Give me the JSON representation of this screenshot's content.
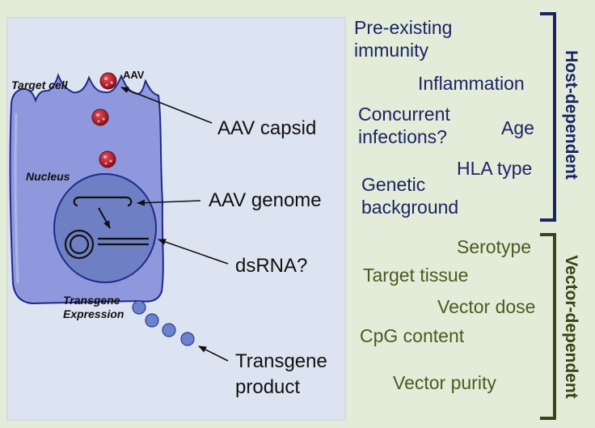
{
  "cell": {
    "target_cell": "Target cell",
    "aav": "AAV",
    "nucleus": "Nucleus",
    "transgene_expression": [
      "Transgene",
      "Expression"
    ]
  },
  "labels": {
    "aav_capsid": "AAV capsid",
    "aav_genome": "AAV genome",
    "dsrna": "dsRNA?",
    "transgene_product": [
      "Transgene",
      "product"
    ]
  },
  "host_dependent": {
    "title": "Host-dependent",
    "items": [
      "Pre-existing immunity",
      "Inflammation",
      "Concurrent infections?",
      "Age",
      "HLA type",
      "Genetic background"
    ]
  },
  "vector_dependent": {
    "title": "Vector-dependent",
    "items": [
      "Serotype",
      "Target tissue",
      "Vector dose",
      "CpG content",
      "Vector purity"
    ]
  },
  "colors": {
    "background": "#e3ecd8",
    "panel": "#dde4f1",
    "cell": "#8f98dc",
    "nucleus": "#6f7fc4",
    "host_text": "#1b2466",
    "vector_text": "#4c5a22",
    "virus": "#b51a26"
  }
}
